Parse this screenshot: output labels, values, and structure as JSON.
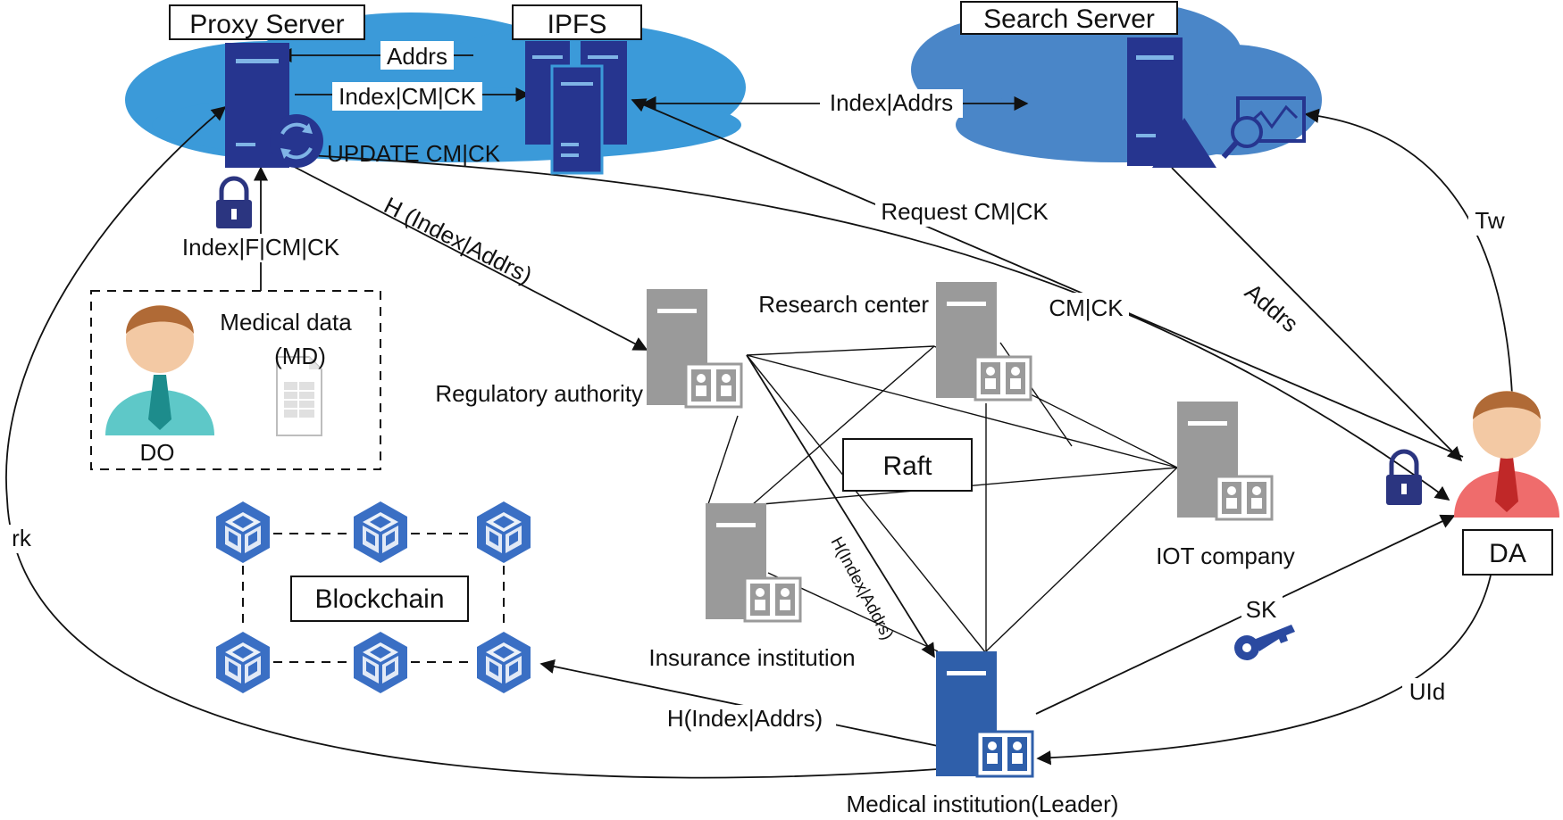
{
  "labels": {
    "proxy_server": "Proxy Server",
    "ipfs": "IPFS",
    "search_server": "Search Server",
    "addrs_top": "Addrs",
    "index_cm_ck_top": "Index|CM|CK",
    "update_cm_ck": "UPDATE CM|CK",
    "index_addrs_top": "Index|Addrs",
    "index_f_cm_ck": "Index|F|CM|CK",
    "h_index_addrs_diag": "H (Index|Addrs)",
    "request_cm_ck": "Request CM|CK",
    "cm_ck": "CM|CK",
    "addrs_diag": "Addrs",
    "tw": "Tw",
    "medical_data": "Medical data",
    "md": "(MD)",
    "do": "DO",
    "research_center": "Research center",
    "regulatory_authority": "Regulatory authority",
    "raft": "Raft",
    "iot_company": "IOT company",
    "da": "DA",
    "rk": "rk",
    "blockchain": "Blockchain",
    "h_index_addrs_small": "H(Index|Addrs)",
    "insurance_institution": "Insurance institution",
    "sk": "SK",
    "uid": "UId",
    "h_index_addrs_bottom": "H(Index|Addrs)",
    "medical_institution": "Medical institution(Leader)"
  },
  "colors": {
    "cloud_light": "#3b9ad9",
    "cloud_dark": "#4a86c8",
    "server_navy": "#26358f",
    "server_gray": "#9a9a9a",
    "server_blue": "#2f5faa",
    "cube_blue": "#3a6fc4",
    "person_do": "#5ec8c8",
    "person_da": "#ef6c6c",
    "lock": "#2b3580",
    "key": "#2b4aa0"
  },
  "icons": {
    "do_lock": "lock-icon",
    "da_lock": "lock-icon",
    "key": "key-icon",
    "sync": "sync-icon",
    "analytics": "analytics-icon"
  }
}
